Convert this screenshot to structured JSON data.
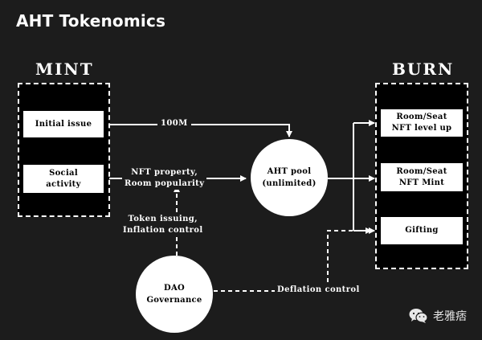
{
  "title": "AHT Tokenomics",
  "mint": {
    "heading": "MINT",
    "initial_issue": "Initial issue",
    "social_activity": "Social\nactivity"
  },
  "burn": {
    "heading": "BURN",
    "level_up": "Room/Seat\nNFT level up",
    "nft_mint": "Room/Seat\nNFT Mint",
    "gifting": "Gifting"
  },
  "pool": "AHT pool\n(unlimited)",
  "dao": "DAO\nGovernance",
  "labels": {
    "amount": "100M",
    "nft_property": "NFT property,\nRoom popularity",
    "token_issuing": "Token issuing,\nInflation control",
    "deflation": "Deflation control"
  },
  "watermark": {
    "text": "老雅痞",
    "icon": "wechat-icon"
  }
}
